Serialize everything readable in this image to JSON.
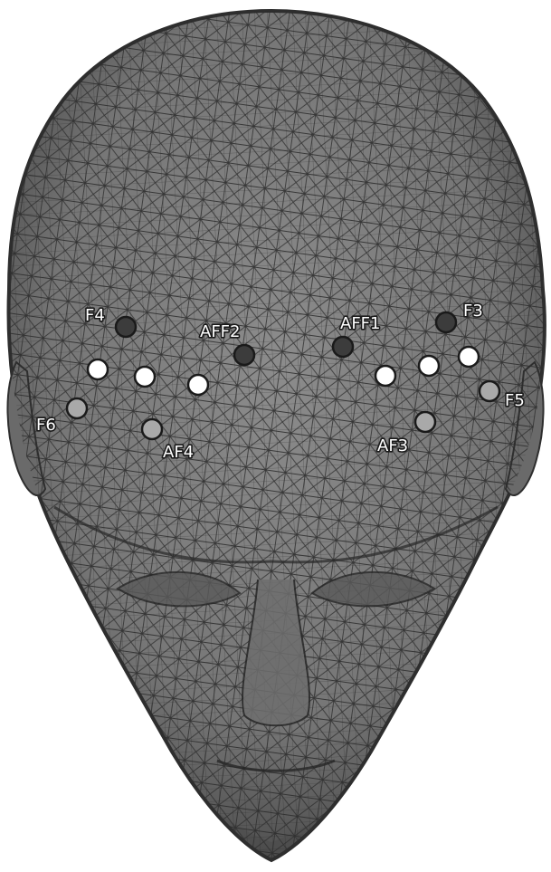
{
  "figure": {
    "colors": {
      "background": "#ffffff",
      "head_fill": "#7b7b7b",
      "mesh_line": "#2b2b2b",
      "outline": "#2e2e2e",
      "electrode_dark": "#3c3c3c",
      "electrode_gray": "#a9a9a9",
      "electrode_white": "#ffffff",
      "electrode_stroke": "#1a1a1a"
    },
    "electrode_colors": {
      "dark": "#3c3c3c",
      "gray": "#a9a9a9",
      "white": "#ffffff"
    },
    "labels": {
      "f4": "F4",
      "aff2": "AFF2",
      "aff1": "AFF1",
      "f3": "F3",
      "f6": "F6",
      "af4": "AF4",
      "af3": "AF3",
      "f5": "F5"
    }
  }
}
